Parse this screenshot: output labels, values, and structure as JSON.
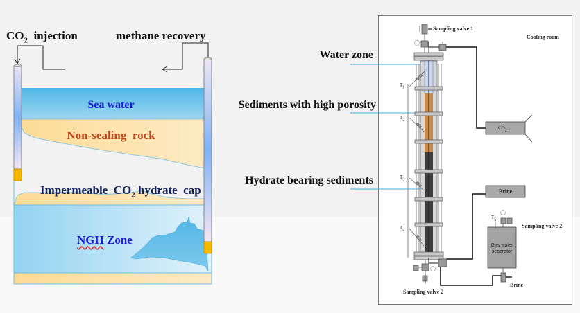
{
  "left_diagram": {
    "labels": {
      "co2_injection": {
        "prefix": "CO",
        "sub": "2",
        "suffix": "  injection"
      },
      "methane_recovery": "methane recovery"
    },
    "layers": {
      "sea_water": "Sea water",
      "non_sealing_rock": "Non-sealing  rock",
      "impermeable_cap": {
        "prefix": "Impermeable  CO",
        "sub": "2",
        "suffix": " hydrate  cap"
      },
      "ngh_zone": {
        "underlined": "NGH",
        "rest": " Zone"
      }
    },
    "colors": {
      "sea": "#5bbde8",
      "rock": "#fde3a7",
      "ngh": "#bfe4f6",
      "hydrate_body": "#62bde6",
      "well_cap": "#f6b800",
      "sea_text": "#1a1ad6",
      "rock_text": "#c0441a",
      "cap_text": "#14245a",
      "ngh_text": "#1a1ad6"
    }
  },
  "middle_labels": {
    "water_zone": "Water zone",
    "high_porosity": "Sediments with high porosity",
    "hydrate_sediments": "Hydrate bearing sediments"
  },
  "apparatus": {
    "sampling_valve_1": "Sampling valve 1",
    "cooling_room": "Cooling room",
    "co2_tank": {
      "prefix": "CO",
      "sub": "2"
    },
    "brine_tank": "Brine",
    "gas_water_separator": [
      "Gas water",
      "separator"
    ],
    "sampling_valve_2_right": "Sampling valve 2",
    "sampling_valve_2_bottom": "Sampling valve 2",
    "brine_outlet": "Brine",
    "sensors": {
      "t1": {
        "prefix": "T",
        "sub": "1"
      },
      "t2": {
        "prefix": "T",
        "sub": "2"
      },
      "t3": {
        "prefix": "T",
        "sub": "3"
      },
      "t4": {
        "prefix": "T",
        "sub": "4"
      },
      "t5": {
        "prefix": "T",
        "sub": "5"
      }
    },
    "colors": {
      "water_zone": "#c9d6ee",
      "porous_sediment": "#c98a4c",
      "hydrate_sediment": "#3d3d3d",
      "equipment_gray": "#9a9a9a",
      "pointer_line": "#4ab0d8"
    }
  }
}
